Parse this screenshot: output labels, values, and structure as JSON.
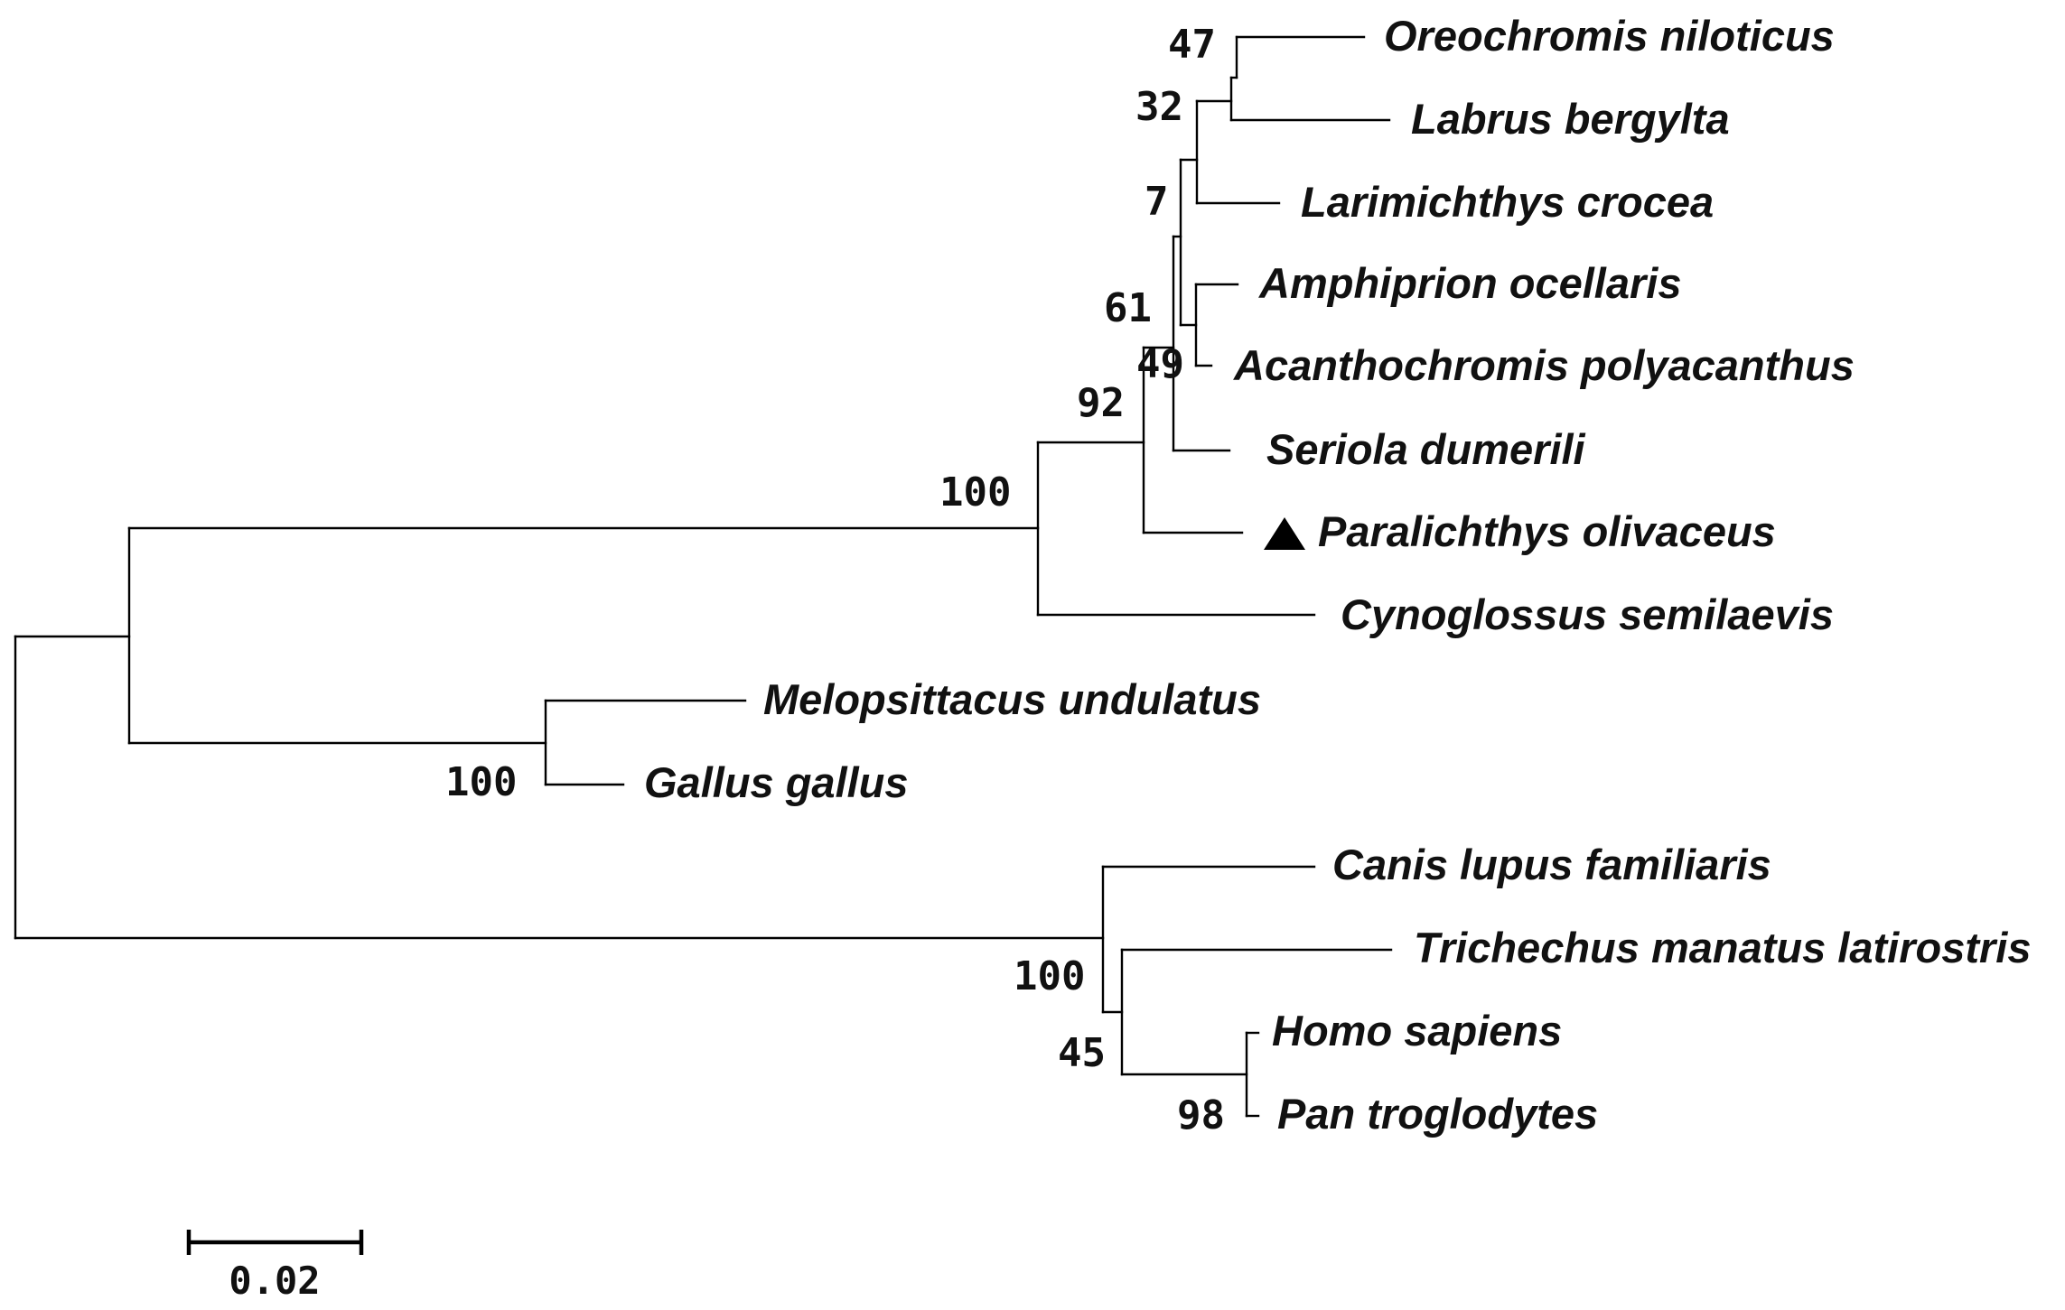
{
  "tree": {
    "taxa": [
      "Oreochromis niloticus",
      "Labrus bergylta",
      "Larimichthys crocea",
      "Amphiprion ocellaris",
      "Acanthochromis polyacanthus",
      "Seriola dumerili",
      "Paralichthys olivaceus",
      "Cynoglossus semilaevis",
      "Melopsittacus undulatus",
      "Gallus gallus",
      "Canis lupus familiaris",
      "Trichechus manatus latirostris",
      "Homo sapiens",
      "Pan troglodytes"
    ],
    "bootstrap": [
      "47",
      "32",
      "7",
      "61",
      "49",
      "92",
      "100",
      "100",
      "100",
      "45",
      "98"
    ],
    "highlight_marker": "triangle",
    "highlight_taxon": "Paralichthys olivaceus",
    "scale_bar": {
      "value": 0.02,
      "label": "0.02"
    }
  }
}
